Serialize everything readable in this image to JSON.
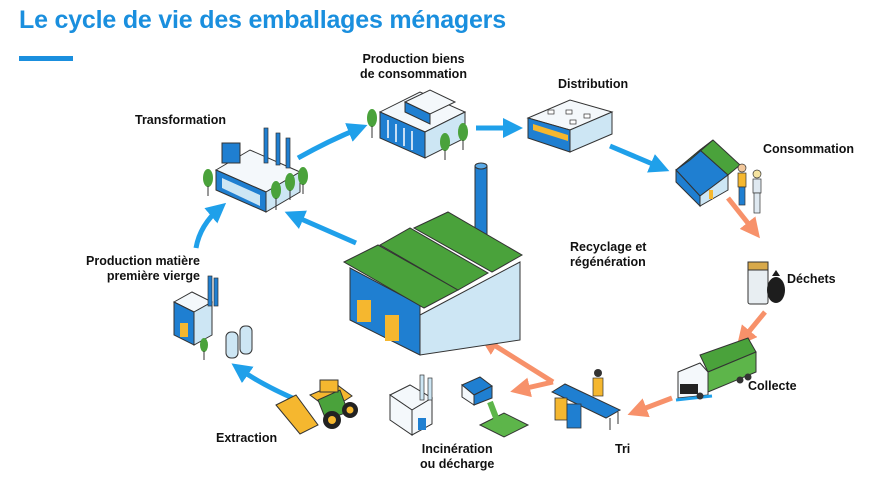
{
  "title": "Le cycle de vie des emballages ménagers",
  "colors": {
    "accent_blue": "#1a8fde",
    "arrow_blue": "#1fa0ea",
    "arrow_orange": "#f7916a",
    "roof_green": "#4aa23b",
    "building_blue": "#1f7fd1",
    "building_light": "#cde6f4",
    "door_yellow": "#f5b72f"
  },
  "stages": {
    "production_biens": [
      "Production biens",
      "de consommation"
    ],
    "distribution": "Distribution",
    "consommation": "Consommation",
    "dechets": "Déchets",
    "collecte": "Collecte",
    "tri": "Tri",
    "incineration": [
      "Incinération",
      "ou décharge"
    ],
    "extraction": "Extraction",
    "production_matiere": [
      "Production matière",
      "première vierge"
    ],
    "transformation": "Transformation",
    "recyclage": [
      "Recyclage et",
      "régénération"
    ]
  },
  "icons": {
    "production_biens": "office-building-icon",
    "distribution": "store-building-icon",
    "consommation": "house-with-people-icon",
    "dechets": "trash-bin-and-bag-icon",
    "collecte": "garbage-truck-icon",
    "tri": "sorting-conveyor-icon",
    "incineration": "incinerator-and-landfill-icon",
    "extraction": "bulldozer-icon",
    "production_matiere": "raw-material-plant-icon",
    "transformation": "factory-icon",
    "recyclage": "recycling-factory-icon"
  }
}
